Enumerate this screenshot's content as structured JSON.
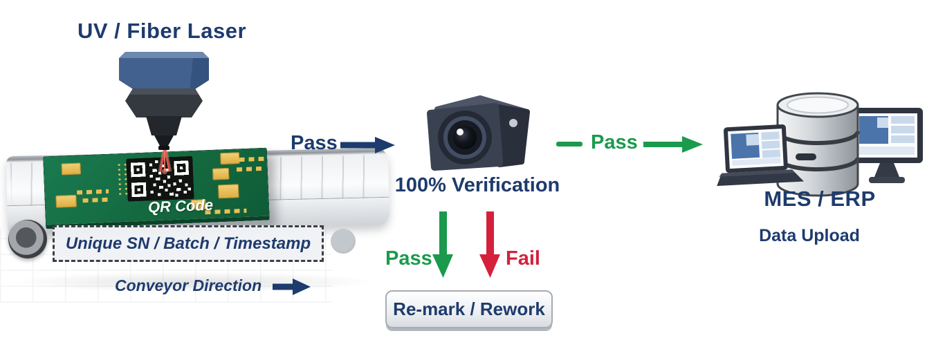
{
  "colors": {
    "navy_text": "#1e3b6d",
    "pass_green": "#1b9a4d",
    "fail_red": "#d5203c",
    "pcb_green": "#14693f",
    "pad_gold": "#e9bf55",
    "laser_blue": "#42618e",
    "conveyor_gray": "#dfe2e5"
  },
  "nodes": {
    "laser": {
      "label": "UV / Fiber Laser",
      "icon": "laser-marking-head-icon"
    },
    "pcb": {
      "qr_label": "QR Code",
      "icon": "pcb-qr-code-icon"
    },
    "conveyor": {
      "tag_label": "Unique SN / Batch / Timestamp",
      "direction_label": "Conveyor Direction",
      "icon": "conveyor-belt-icon"
    },
    "camera": {
      "label": "100% Verification",
      "icon": "inspection-camera-icon"
    },
    "rework": {
      "label": "Re-mark / Rework"
    },
    "mes": {
      "label": "MES / ERP",
      "sublabel": "Data Upload",
      "icon": "database-computers-icon"
    }
  },
  "edges": {
    "conveyor_to_camera": {
      "label": "Pass",
      "color": "#1e3b6d"
    },
    "camera_to_mes": {
      "label": "Pass",
      "color": "#1b9a4d"
    },
    "verification_pass": {
      "label": "Pass",
      "color": "#1b9a4d"
    },
    "verification_fail": {
      "label": "Fail",
      "color": "#d5203c"
    }
  }
}
